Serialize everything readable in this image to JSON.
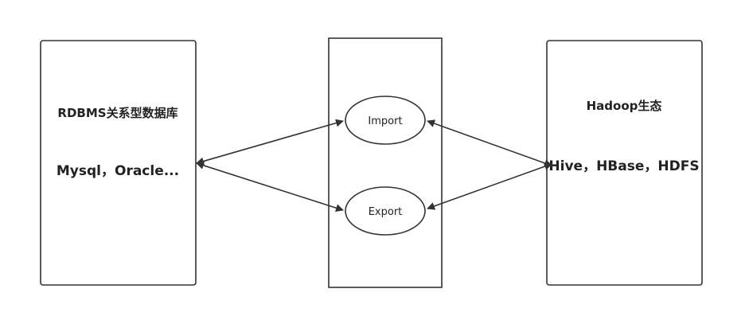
{
  "rdbms": {
    "title": "RDBMS关系型数据库",
    "items": "Mysql，Oracle..."
  },
  "hadoop": {
    "title": "Hadoop生态",
    "items": "Hive，HBase，HDFS"
  },
  "middle": {
    "import_label": "Import",
    "export_label": "Export"
  },
  "colors": {
    "stroke": "#333333",
    "text": "#222222",
    "background": "#ffffff"
  }
}
